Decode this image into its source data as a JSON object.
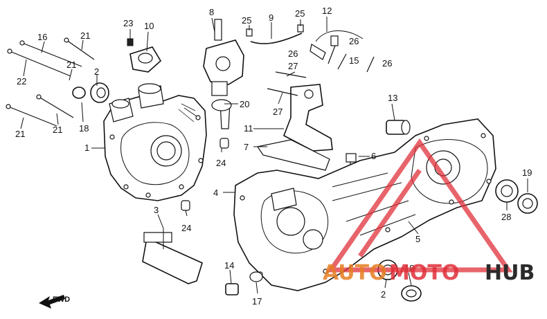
{
  "diagram": {
    "callouts": [
      {
        "id": "c23",
        "text": "23"
      },
      {
        "id": "c10",
        "text": "10"
      },
      {
        "id": "c8",
        "text": "8"
      },
      {
        "id": "c25a",
        "text": "25"
      },
      {
        "id": "c9",
        "text": "9"
      },
      {
        "id": "c25b",
        "text": "25"
      },
      {
        "id": "c12",
        "text": "12"
      },
      {
        "id": "c16",
        "text": "16"
      },
      {
        "id": "c21a",
        "text": "21"
      },
      {
        "id": "c22",
        "text": "22"
      },
      {
        "id": "c21b",
        "text": "21"
      },
      {
        "id": "c2a",
        "text": "2"
      },
      {
        "id": "c26a",
        "text": "26"
      },
      {
        "id": "c26b",
        "text": "26"
      },
      {
        "id": "c15",
        "text": "15"
      },
      {
        "id": "c26c",
        "text": "26"
      },
      {
        "id": "c27a",
        "text": "27"
      },
      {
        "id": "c20",
        "text": "20"
      },
      {
        "id": "c18a",
        "text": "18"
      },
      {
        "id": "c21c",
        "text": "21"
      },
      {
        "id": "c21d",
        "text": "21"
      },
      {
        "id": "c27b",
        "text": "27"
      },
      {
        "id": "c13",
        "text": "13"
      },
      {
        "id": "c1",
        "text": "1"
      },
      {
        "id": "c11",
        "text": "11"
      },
      {
        "id": "c7",
        "text": "7"
      },
      {
        "id": "c24a",
        "text": "24"
      },
      {
        "id": "c6",
        "text": "6"
      },
      {
        "id": "c4",
        "text": "4"
      },
      {
        "id": "c19",
        "text": "19"
      },
      {
        "id": "c3",
        "text": "3"
      },
      {
        "id": "c24b",
        "text": "24"
      },
      {
        "id": "c28",
        "text": "28"
      },
      {
        "id": "c5",
        "text": "5"
      },
      {
        "id": "c14",
        "text": "14"
      },
      {
        "id": "c18b",
        "text": "18"
      },
      {
        "id": "c17",
        "text": "17"
      },
      {
        "id": "c2b",
        "text": "2"
      }
    ],
    "fwd_label": "FWD"
  },
  "watermark": {
    "part1": "AUTO",
    "part2": "MOTO",
    "part3": "HUB",
    "colors": {
      "auto": "#e67e22",
      "moto": "#e0303a",
      "hub": "#2b2b2b",
      "logo": "#e0303a"
    }
  }
}
